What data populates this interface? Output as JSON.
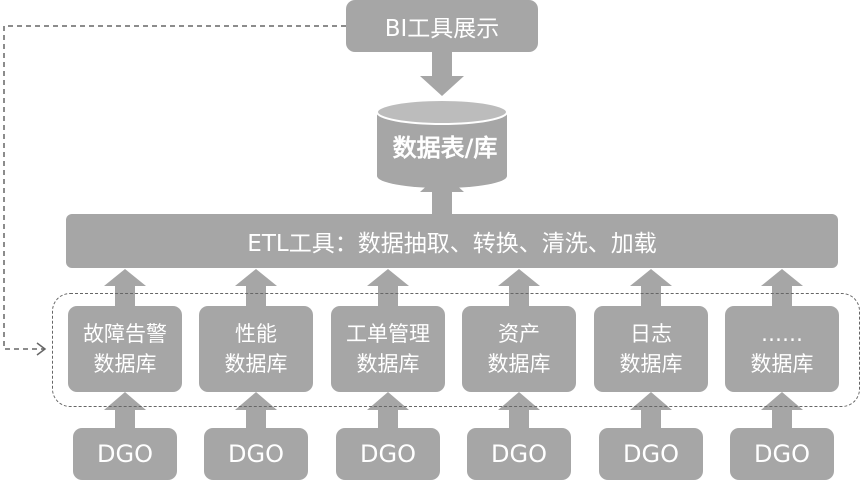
{
  "colors": {
    "box": "#a6a6a6",
    "text": "#ffffff",
    "arrow": "#a6a6a6",
    "dashed": "#666666"
  },
  "bi_tool": {
    "label": "BI工具展示"
  },
  "database": {
    "label": "数据表/库"
  },
  "etl_tool": {
    "label": "ETL工具：数据抽取、转换、清洗、加载"
  },
  "sources": [
    {
      "line1": "故障告警",
      "line2": "数据库"
    },
    {
      "line1": "性能",
      "line2": "数据库"
    },
    {
      "line1": "工单管理",
      "line2": "数据库"
    },
    {
      "line1": "资产",
      "line2": "数据库"
    },
    {
      "line1": "日志",
      "line2": "数据库"
    },
    {
      "line1": "……",
      "line2": "数据库"
    }
  ],
  "dgo": [
    {
      "label": "DGO"
    },
    {
      "label": "DGO"
    },
    {
      "label": "DGO"
    },
    {
      "label": "DGO"
    },
    {
      "label": "DGO"
    },
    {
      "label": "DGO"
    }
  ]
}
